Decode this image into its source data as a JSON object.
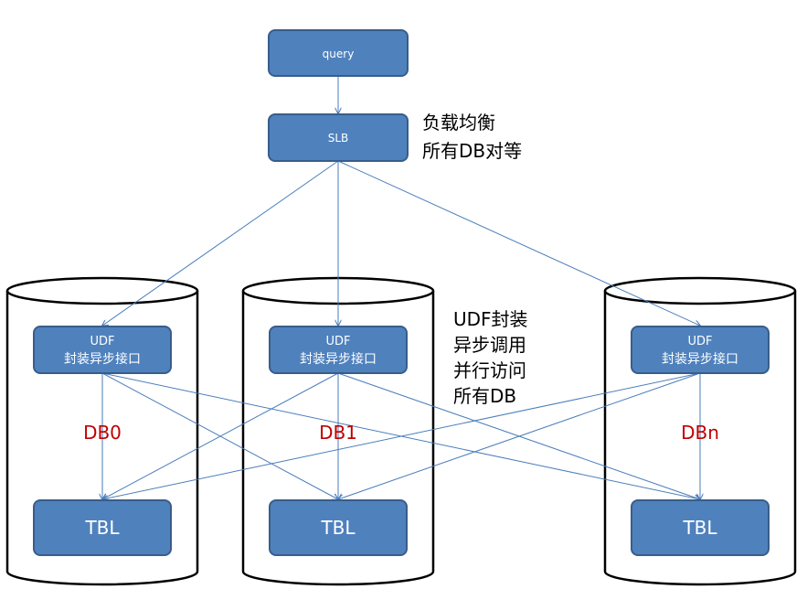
{
  "nodes": {
    "query": "query",
    "slb": "SLB",
    "udf_line1": "UDF",
    "udf_line2": "封装异步接口",
    "tbl": "TBL"
  },
  "db_labels": [
    "DB0",
    "DB1",
    "DBn"
  ],
  "annotations": {
    "slb_note_line1": "负载均衡",
    "slb_note_line2": "所有DB对等",
    "udf_note_line1": "UDF封装",
    "udf_note_line2": "异步调用",
    "udf_note_line3": "并行访问",
    "udf_note_line4": "所有DB"
  },
  "colors": {
    "box_fill": "#4f81bd",
    "box_stroke": "#385d8a",
    "connector": "#4a7ebb",
    "db_label": "#c00000",
    "cylinder_stroke": "#000000"
  }
}
